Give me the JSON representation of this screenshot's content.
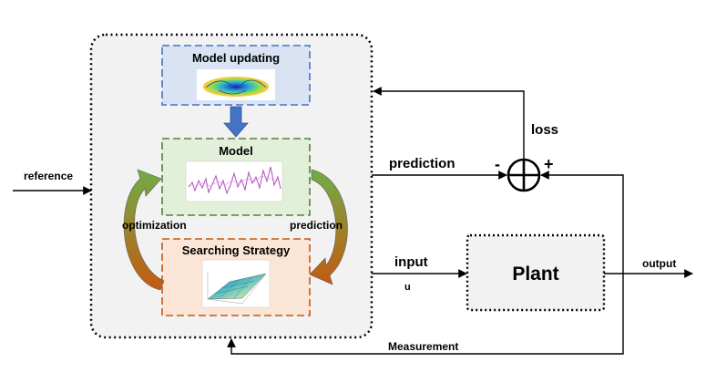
{
  "colors": {
    "controller_bg": "#f2f2f2",
    "update_fill": "#dae3f3",
    "update_border": "#4472c4",
    "model_fill": "#e2efd9",
    "model_border": "#548235",
    "search_fill": "#fbe5d6",
    "search_border": "#c55a11",
    "plant_bg": "#f2f2f2",
    "down_arrow": "#4472c4",
    "left_curve": [
      "#70ad47",
      "#c55a11"
    ],
    "right_curve": [
      "#70ad47",
      "#c55a11"
    ],
    "signal_line": "#000000",
    "thumb_line": "#b04fc0"
  },
  "labels": {
    "model_updating": "Model updating",
    "model": "Model",
    "searching_strategy": "Searching Strategy",
    "plant": "Plant",
    "reference": "reference",
    "optimization": "optimization",
    "prediction_curve": "prediction",
    "prediction_signal": "prediction",
    "loss": "loss",
    "input": "input",
    "input_symbol": "u",
    "output": "output",
    "measurement": "Measurement",
    "minus": "-",
    "plus": "+"
  },
  "icons": {
    "update_thumb": "surface-plot-icon",
    "model_thumb": "line-plot-icon",
    "search_thumb": "3d-surface-icon",
    "summing_junction": "summing-junction-icon"
  }
}
